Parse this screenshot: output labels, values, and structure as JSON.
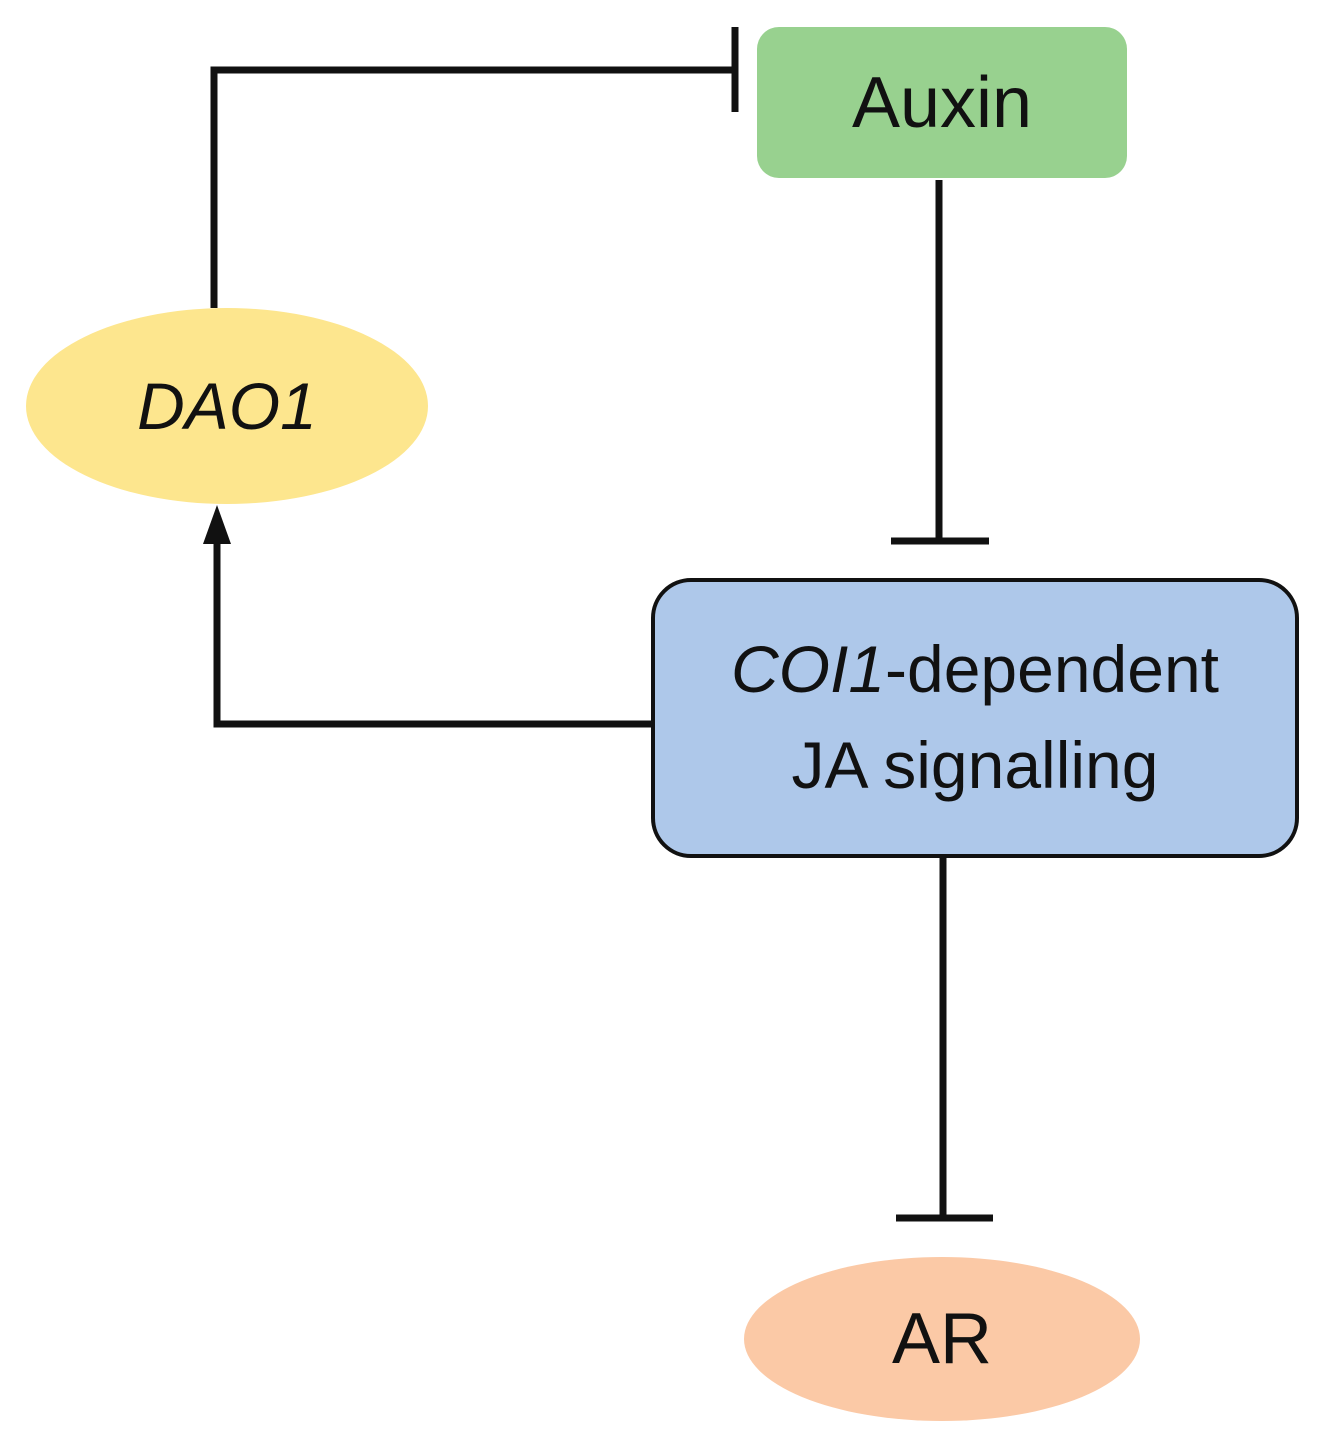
{
  "diagram": {
    "nodes": {
      "auxin": {
        "label": "Auxin",
        "fill": "#98d18f"
      },
      "dao1": {
        "label": "DAO1",
        "fill": "#fde68e"
      },
      "coi1": {
        "label_italic": "COI1",
        "label_rest": "-dependent",
        "label_line2": "JA signalling",
        "fill": "#aec8ea",
        "border": "#111111"
      },
      "ar": {
        "label": "AR",
        "fill": "#fbc9a6"
      }
    },
    "edges": [
      {
        "from": "dao1",
        "to": "auxin",
        "type": "inhibition"
      },
      {
        "from": "auxin",
        "to": "coi1",
        "type": "inhibition"
      },
      {
        "from": "coi1",
        "to": "dao1",
        "type": "activation"
      },
      {
        "from": "coi1",
        "to": "ar",
        "type": "inhibition"
      }
    ],
    "line_color": "#111111"
  }
}
